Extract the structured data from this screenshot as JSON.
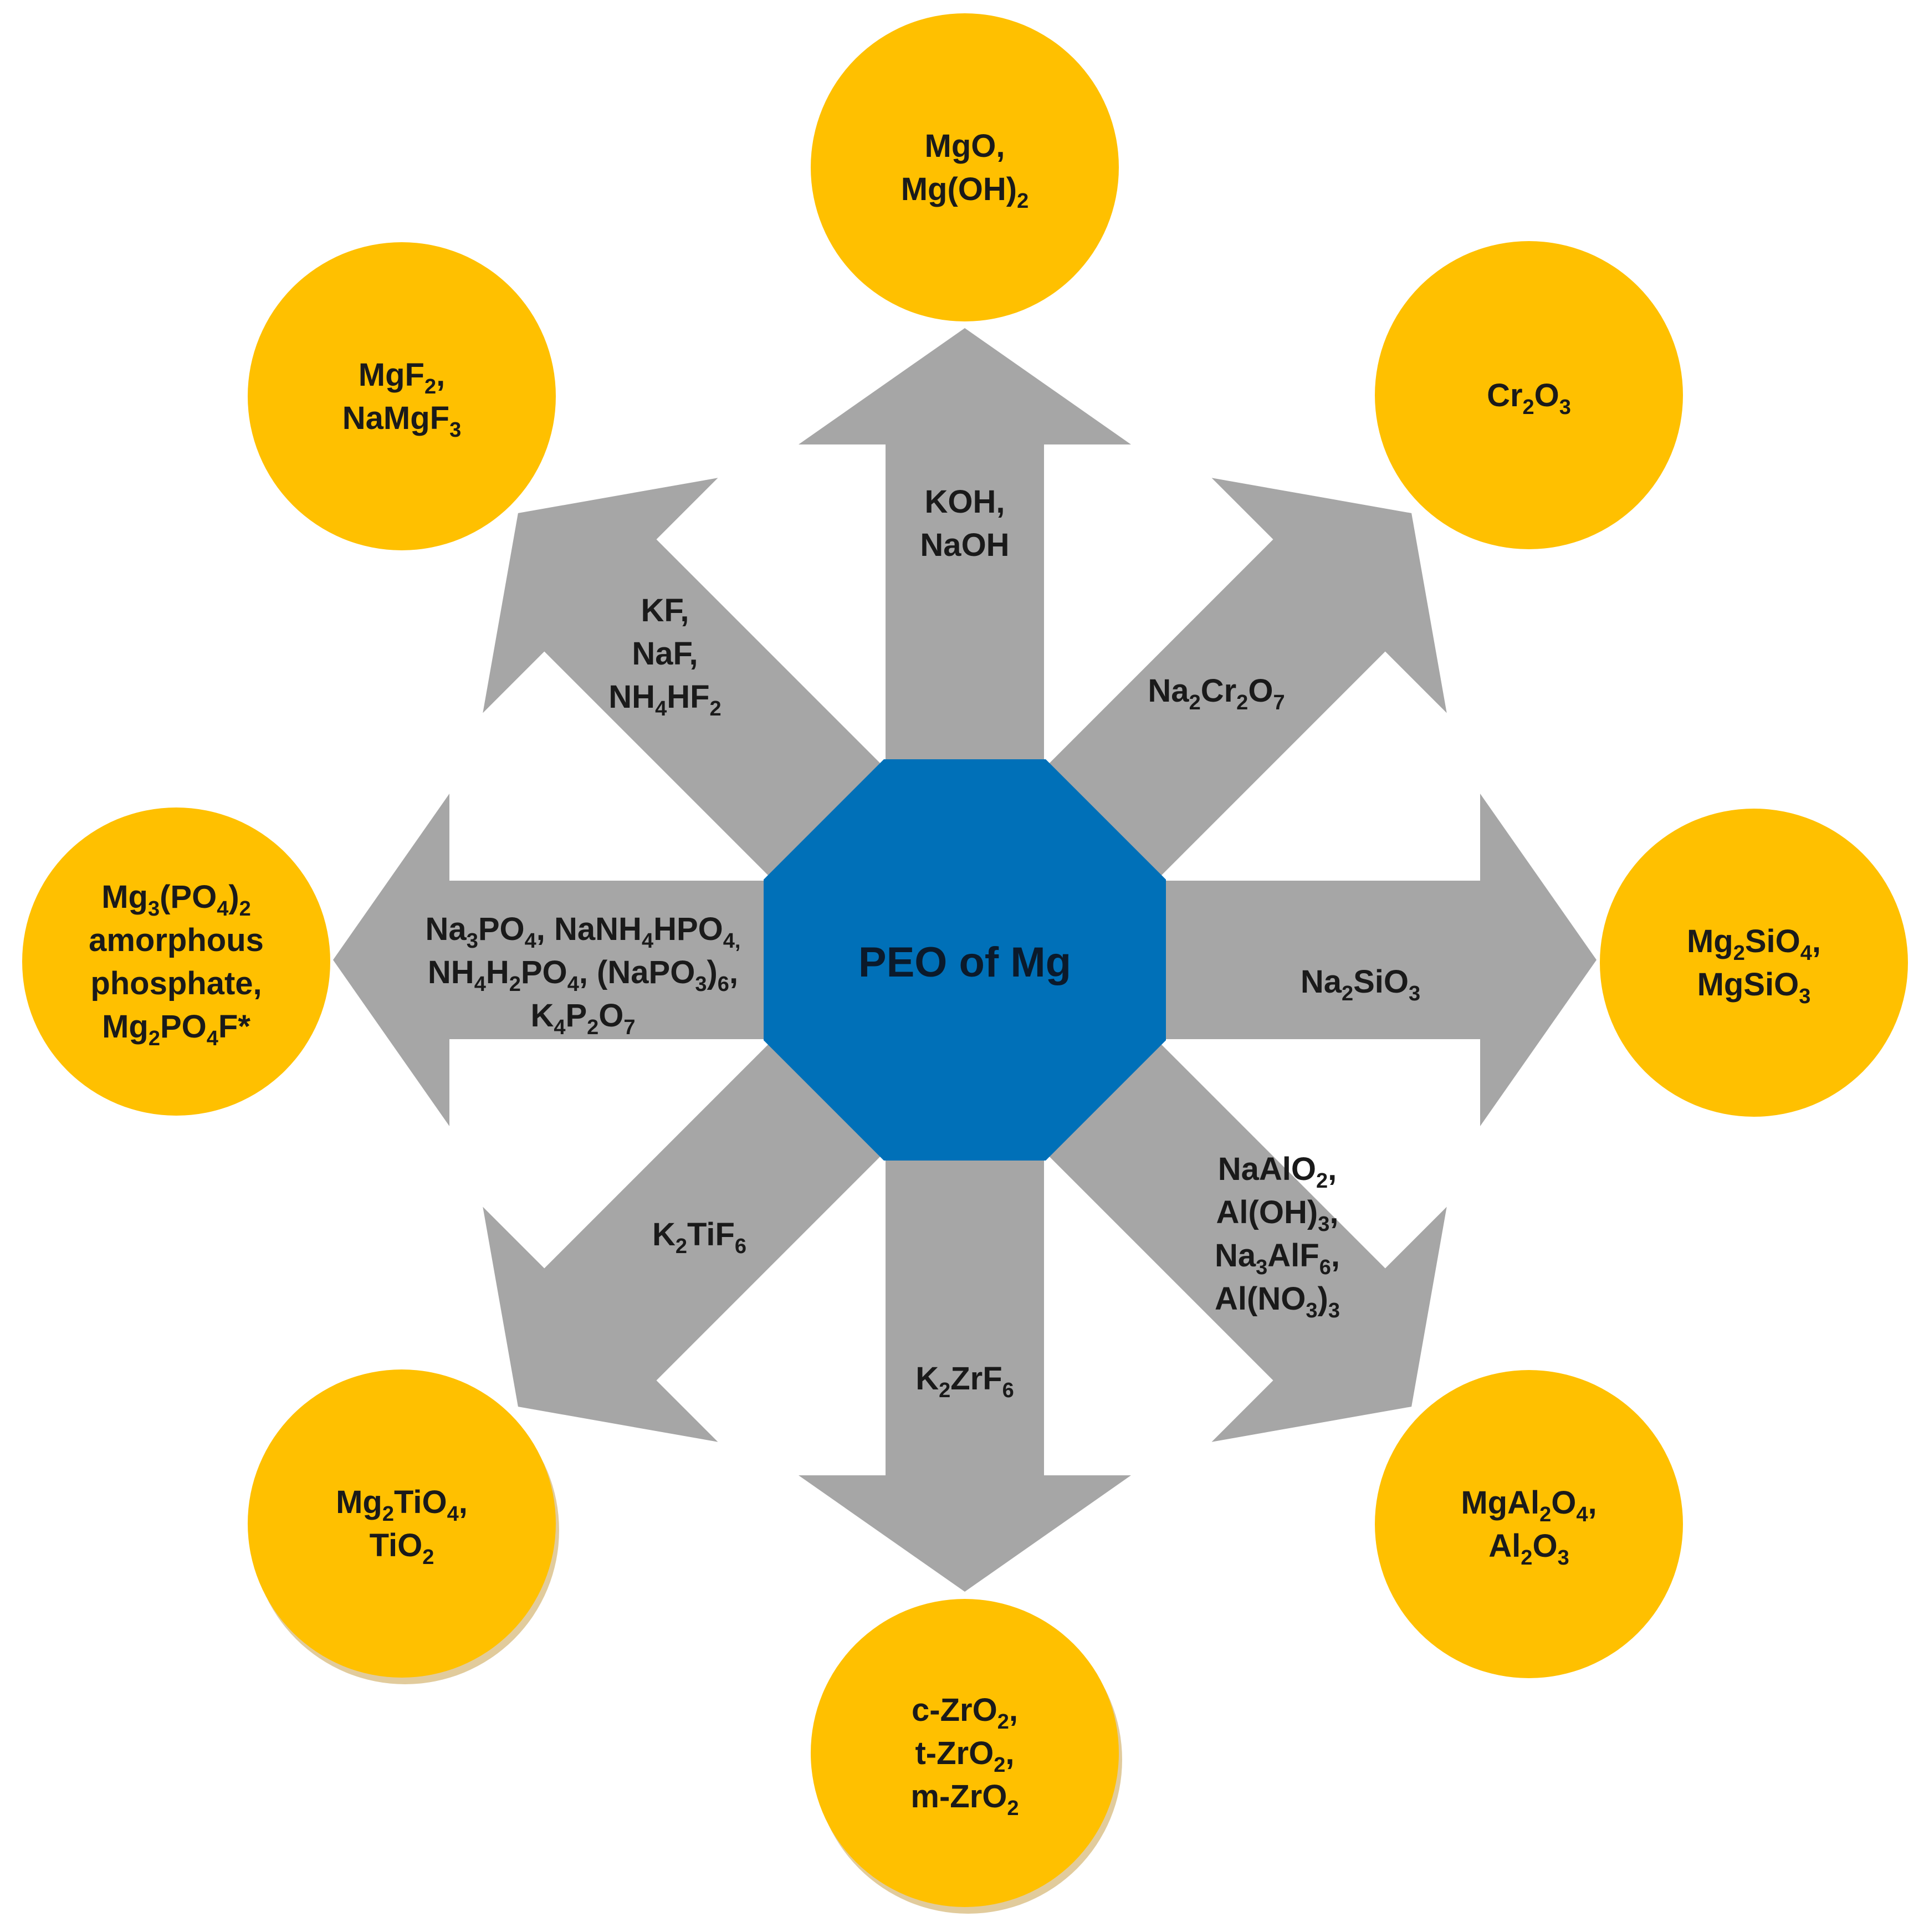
{
  "center": {
    "label": "PEO of Mg"
  },
  "directions": [
    {
      "id": "up",
      "electrolyte": [
        [
          "KOH,"
        ],
        [
          "NaOH"
        ]
      ],
      "products": [
        [
          "MgO,"
        ],
        [
          "Mg(OH)",
          {
            "sub": "2"
          }
        ]
      ]
    },
    {
      "id": "up-right",
      "electrolyte": [
        [
          "Na",
          {
            "sub": "2"
          },
          "Cr",
          {
            "sub": "2"
          },
          "O",
          {
            "sub": "7"
          }
        ]
      ],
      "products": [
        [
          "Cr",
          {
            "sub": "2"
          },
          "O",
          {
            "sub": "3"
          }
        ]
      ]
    },
    {
      "id": "right",
      "electrolyte": [
        [
          "Na",
          {
            "sub": "2"
          },
          "SiO",
          {
            "sub": "3"
          }
        ]
      ],
      "products": [
        [
          "Mg",
          {
            "sub": "2"
          },
          "SiO",
          {
            "sub": "4"
          },
          ","
        ],
        [
          "MgSiO",
          {
            "sub": "3"
          }
        ]
      ]
    },
    {
      "id": "down-right",
      "electrolyte": [
        [
          "NaAlO",
          {
            "sub": "2"
          },
          ","
        ],
        [
          "Al(OH)",
          {
            "sub": "3"
          },
          ","
        ],
        [
          "Na",
          {
            "sub": "3"
          },
          "AlF",
          {
            "sub": "6"
          },
          ","
        ],
        [
          "Al(NO",
          {
            "sub": "3"
          },
          ")",
          {
            "sub": "3"
          }
        ]
      ],
      "products": [
        [
          "MgAl",
          {
            "sub": "2"
          },
          "O",
          {
            "sub": "4"
          },
          ","
        ],
        [
          "Al",
          {
            "sub": "2"
          },
          "O",
          {
            "sub": "3"
          }
        ]
      ]
    },
    {
      "id": "down",
      "electrolyte": [
        [
          "K",
          {
            "sub": "2"
          },
          "ZrF",
          {
            "sub": "6"
          }
        ]
      ],
      "products": [
        [
          "c-ZrO",
          {
            "sub": "2"
          },
          ","
        ],
        [
          "t-ZrO",
          {
            "sub": "2"
          },
          ","
        ],
        [
          "m-ZrO",
          {
            "sub": "2"
          }
        ]
      ]
    },
    {
      "id": "down-left",
      "electrolyte": [
        [
          "K",
          {
            "sub": "2"
          },
          "TiF",
          {
            "sub": "6"
          }
        ]
      ],
      "products": [
        [
          "Mg",
          {
            "sub": "2"
          },
          "TiO",
          {
            "sub": "4"
          },
          ","
        ],
        [
          "TiO",
          {
            "sub": "2"
          }
        ]
      ]
    },
    {
      "id": "left",
      "electrolyte": [
        [
          "Na",
          {
            "sub": "3"
          },
          "PO",
          {
            "sub": "4"
          },
          ", NaNH",
          {
            "sub": "4"
          },
          "HPO",
          {
            "sub": "4,"
          }
        ],
        [
          "NH",
          {
            "sub": "4"
          },
          "H",
          {
            "sub": "2"
          },
          "PO",
          {
            "sub": "4"
          },
          ", (NaPO",
          {
            "sub": "3"
          },
          ")",
          {
            "sub": "6"
          },
          ","
        ],
        [
          "K",
          {
            "sub": "4"
          },
          "P",
          {
            "sub": "2"
          },
          "O",
          {
            "sub": "7"
          }
        ]
      ],
      "products": [
        [
          "Mg",
          {
            "sub": "3"
          },
          "(PO",
          {
            "sub": "4"
          },
          ")",
          {
            "sub": "2"
          }
        ],
        [
          "amorphous"
        ],
        [
          "phosphate,"
        ],
        [
          "Mg",
          {
            "sub": "2"
          },
          "PO",
          {
            "sub": "4"
          },
          "F*"
        ]
      ]
    },
    {
      "id": "up-left",
      "electrolyte": [
        [
          "KF,"
        ],
        [
          "NaF,"
        ],
        [
          "NH",
          {
            "sub": "4"
          },
          "HF",
          {
            "sub": "2"
          }
        ]
      ],
      "products": [
        [
          "MgF",
          {
            "sub": "2"
          },
          ","
        ],
        [
          "NaMgF",
          {
            "sub": "3"
          }
        ]
      ]
    }
  ]
}
